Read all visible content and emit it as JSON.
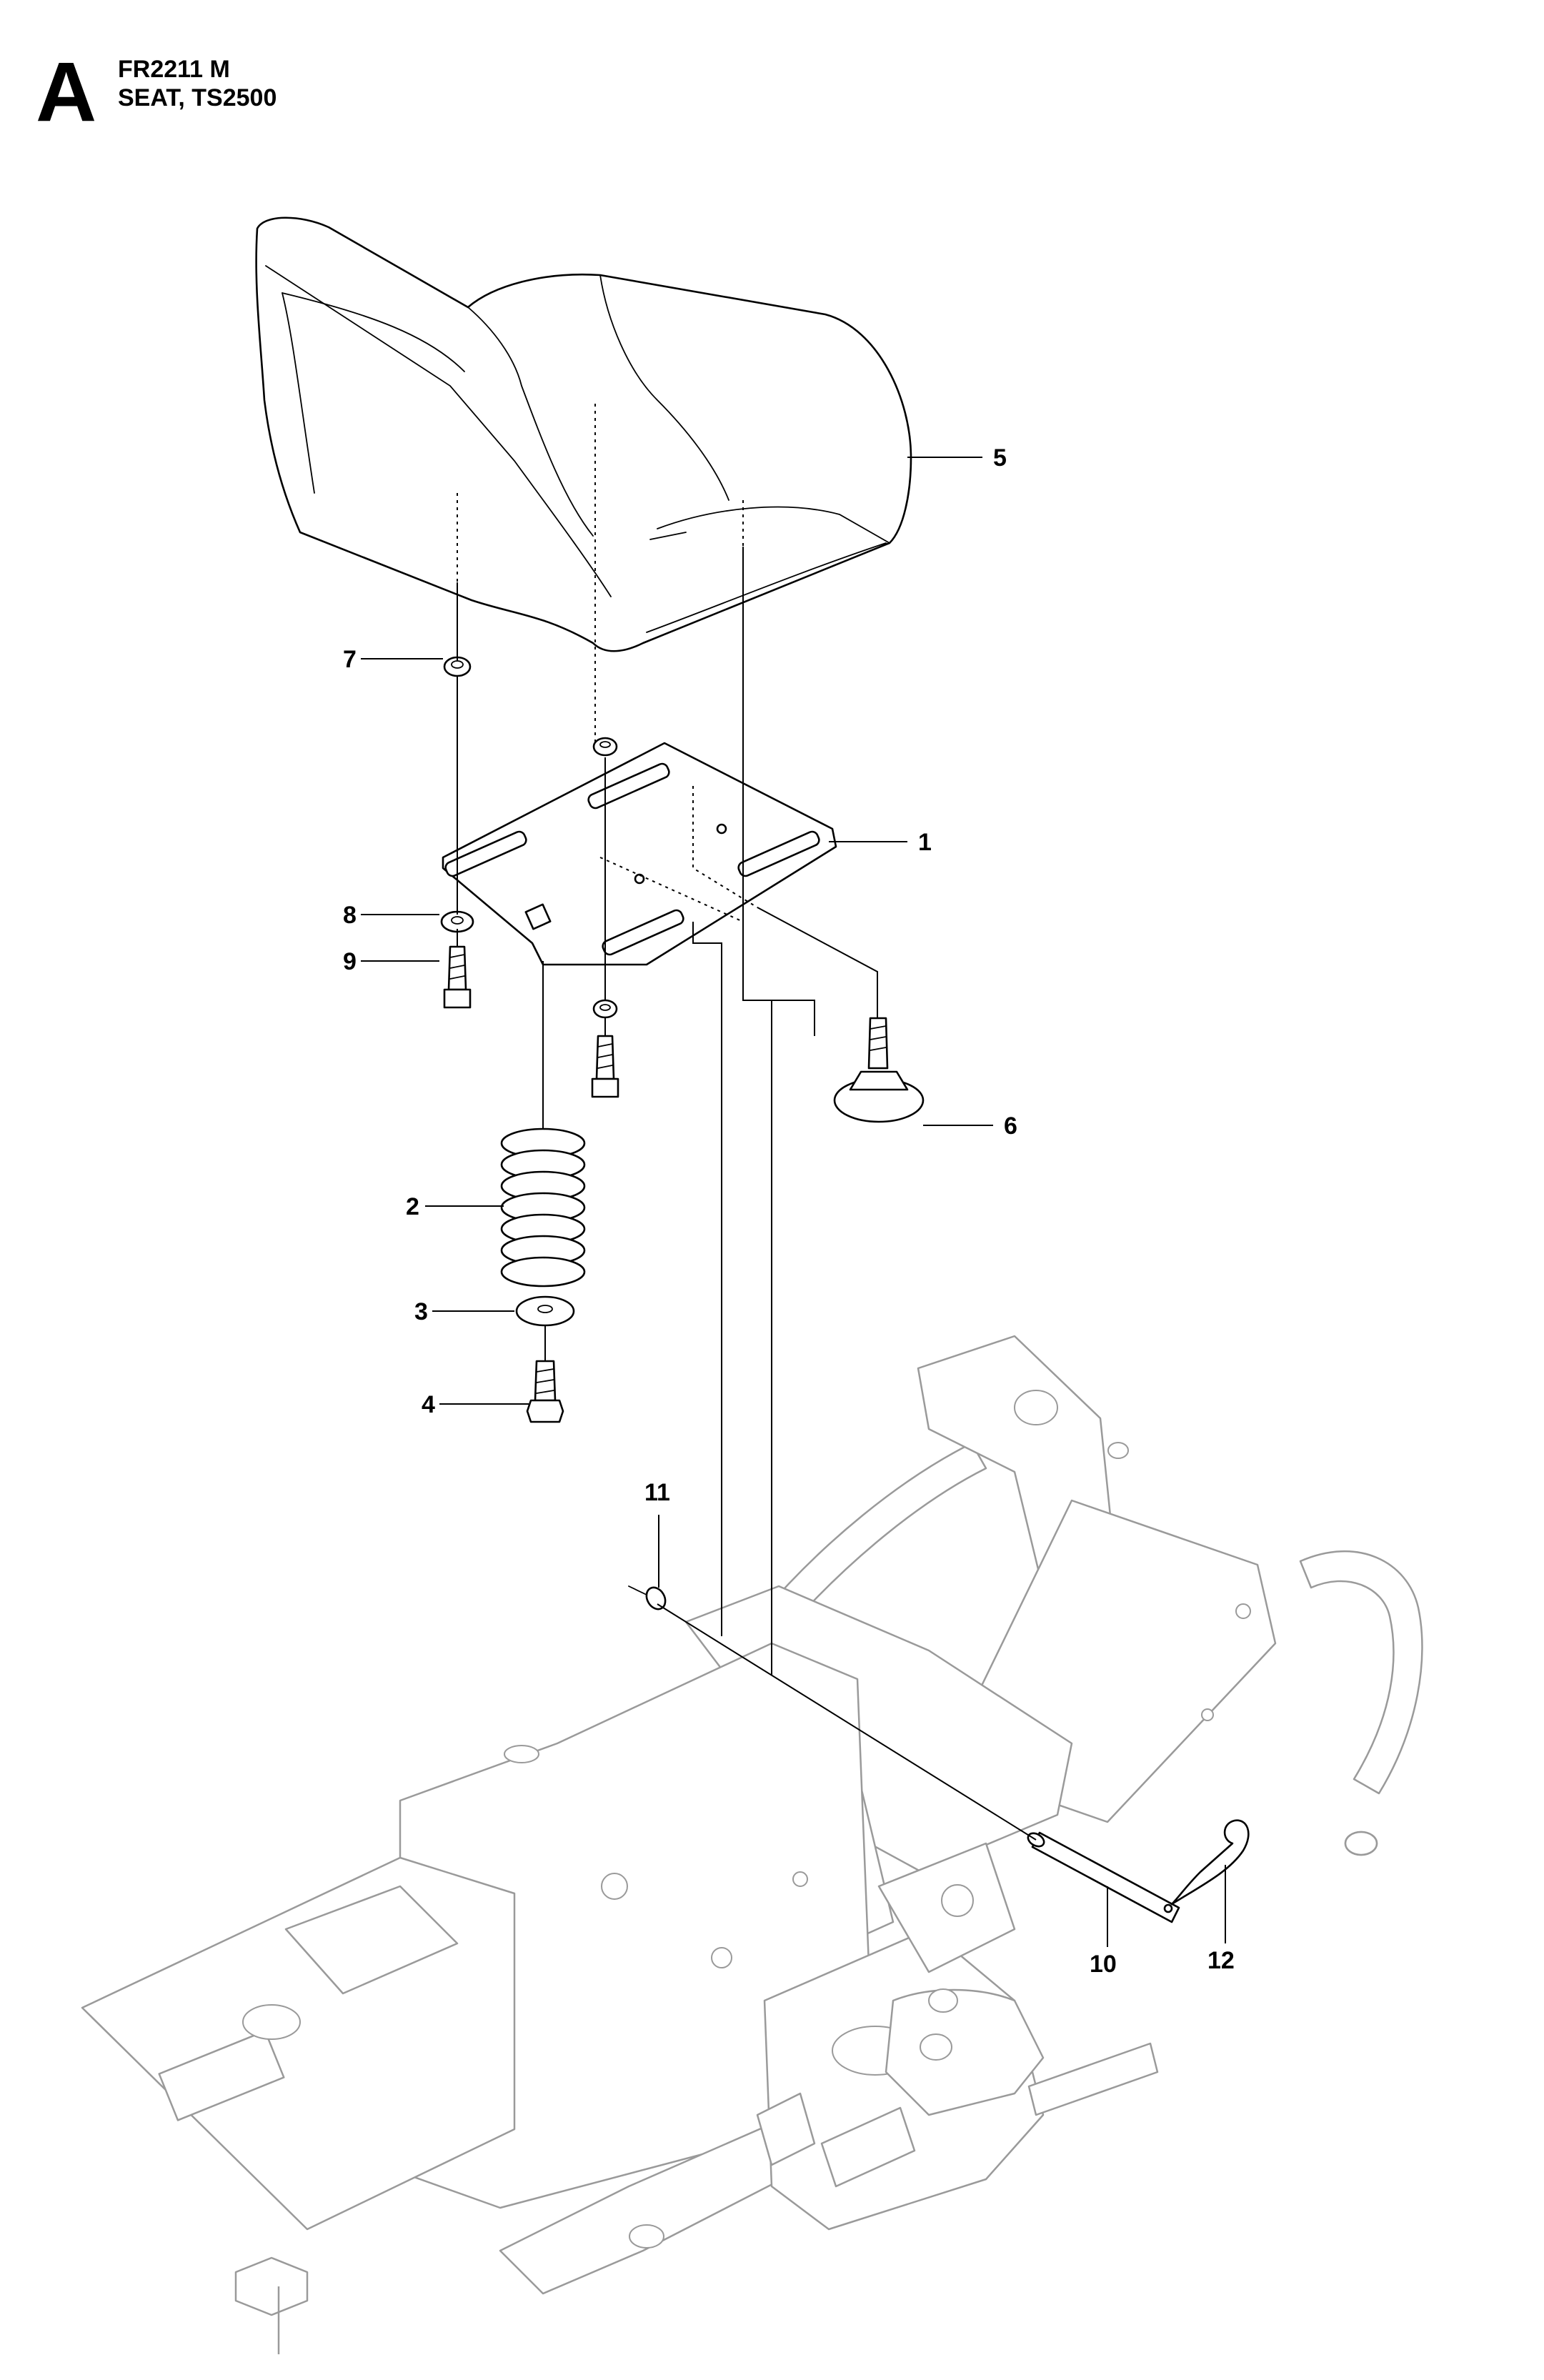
{
  "header": {
    "section_letter": "A",
    "model": "FR2211 M",
    "title": "SEAT, TS2500"
  },
  "callouts": [
    {
      "id": "1",
      "label": "1"
    },
    {
      "id": "2",
      "label": "2"
    },
    {
      "id": "3",
      "label": "3"
    },
    {
      "id": "4",
      "label": "4"
    },
    {
      "id": "5",
      "label": "5"
    },
    {
      "id": "6",
      "label": "6"
    },
    {
      "id": "7",
      "label": "7"
    },
    {
      "id": "8",
      "label": "8"
    },
    {
      "id": "9",
      "label": "9"
    },
    {
      "id": "10",
      "label": "10"
    },
    {
      "id": "11",
      "label": "11"
    },
    {
      "id": "12",
      "label": "12"
    }
  ],
  "colors": {
    "line": "#000000",
    "frame_line": "#9a9a9a",
    "background": "#ffffff"
  }
}
